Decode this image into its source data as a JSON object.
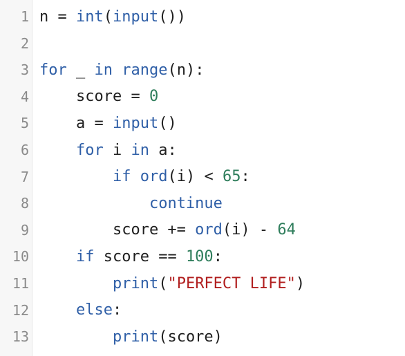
{
  "editor": {
    "lines": [
      {
        "n": "1",
        "tokens": [
          [
            "plain",
            "n = "
          ],
          [
            "fn",
            "int"
          ],
          [
            "plain",
            "("
          ],
          [
            "fn",
            "input"
          ],
          [
            "plain",
            "())"
          ]
        ]
      },
      {
        "n": "2",
        "tokens": []
      },
      {
        "n": "3",
        "tokens": [
          [
            "kw",
            "for"
          ],
          [
            "plain",
            " _ "
          ],
          [
            "kw",
            "in"
          ],
          [
            "plain",
            " "
          ],
          [
            "fn",
            "range"
          ],
          [
            "plain",
            "(n):"
          ]
        ]
      },
      {
        "n": "4",
        "tokens": [
          [
            "plain",
            "    score = "
          ],
          [
            "num",
            "0"
          ]
        ]
      },
      {
        "n": "5",
        "tokens": [
          [
            "plain",
            "    a = "
          ],
          [
            "fn",
            "input"
          ],
          [
            "plain",
            "()"
          ]
        ]
      },
      {
        "n": "6",
        "tokens": [
          [
            "plain",
            "    "
          ],
          [
            "kw",
            "for"
          ],
          [
            "plain",
            " i "
          ],
          [
            "kw",
            "in"
          ],
          [
            "plain",
            " a:"
          ]
        ]
      },
      {
        "n": "7",
        "tokens": [
          [
            "plain",
            "        "
          ],
          [
            "kw",
            "if"
          ],
          [
            "plain",
            " "
          ],
          [
            "fn",
            "ord"
          ],
          [
            "plain",
            "(i) < "
          ],
          [
            "num",
            "65"
          ],
          [
            "plain",
            ":"
          ]
        ]
      },
      {
        "n": "8",
        "tokens": [
          [
            "plain",
            "            "
          ],
          [
            "kw",
            "continue"
          ]
        ]
      },
      {
        "n": "9",
        "tokens": [
          [
            "plain",
            "        score += "
          ],
          [
            "fn",
            "ord"
          ],
          [
            "plain",
            "(i) - "
          ],
          [
            "num",
            "64"
          ]
        ]
      },
      {
        "n": "10",
        "tokens": [
          [
            "plain",
            "    "
          ],
          [
            "kw",
            "if"
          ],
          [
            "plain",
            " score == "
          ],
          [
            "num",
            "100"
          ],
          [
            "plain",
            ":"
          ]
        ]
      },
      {
        "n": "11",
        "tokens": [
          [
            "plain",
            "        "
          ],
          [
            "fn",
            "print"
          ],
          [
            "plain",
            "("
          ],
          [
            "str",
            "\"PERFECT LIFE\""
          ],
          [
            "plain",
            ")"
          ]
        ]
      },
      {
        "n": "12",
        "tokens": [
          [
            "plain",
            "    "
          ],
          [
            "kw",
            "else"
          ],
          [
            "plain",
            ":"
          ]
        ]
      },
      {
        "n": "13",
        "tokens": [
          [
            "plain",
            "        "
          ],
          [
            "fn",
            "print"
          ],
          [
            "plain",
            "(score)"
          ]
        ]
      }
    ]
  },
  "colors": {
    "keyword": "#2f5fa7",
    "number": "#2e7d5b",
    "string": "#b11e1e",
    "gutter_bg": "#f7f7f7"
  }
}
